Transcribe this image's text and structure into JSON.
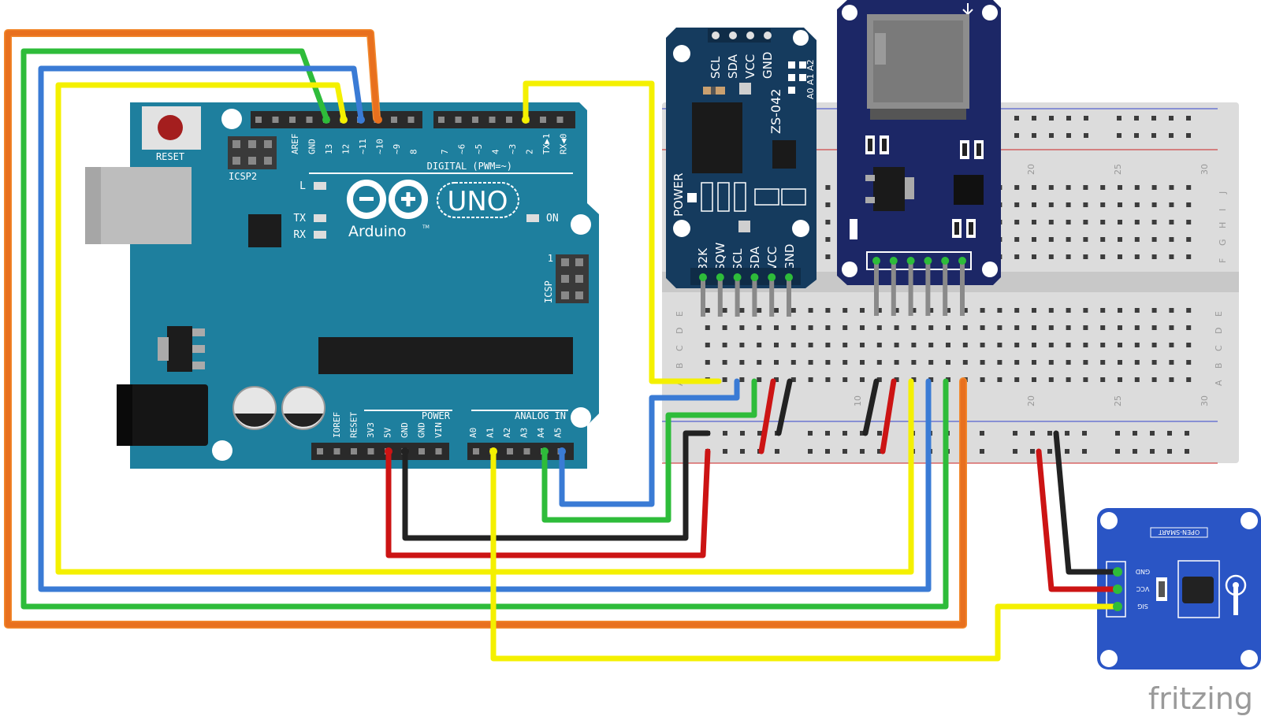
{
  "arduino": {
    "reset_label": "RESET",
    "icsp2_label": "ICSP2",
    "icsp_label": "ICSP",
    "icsp_pin1": "1",
    "digital_label": "DIGITAL (PWM=~)",
    "power_header_label": "POWER",
    "analog_header_label": "ANALOG IN",
    "l_label": "L",
    "tx_label": "TX",
    "rx_label": "RX",
    "on_label": "ON",
    "uno_label": "UNO",
    "brand_label": "Arduino",
    "tm_label": "TM",
    "digital_pins_left": [
      "AREF",
      "GND",
      "13",
      "12",
      "~11",
      "~10",
      "~9",
      "8"
    ],
    "digital_pins_right": [
      "7",
      "~6",
      "~5",
      "4",
      "~3",
      "2",
      "TX▶1",
      "RX◀0"
    ],
    "power_pins": [
      "IOREF",
      "RESET",
      "3V3",
      "5V",
      "GND",
      "GND",
      "VIN"
    ],
    "analog_pins": [
      "A0",
      "A1",
      "A2",
      "A3",
      "A4",
      "A5"
    ]
  },
  "rtc_module": {
    "top_pins": [
      "SCL",
      "SDA",
      "VCC",
      "GND"
    ],
    "addr_label": "A0 A1 A2",
    "model_label": "ZS-042",
    "power_label": "POWER",
    "bottom_pins": [
      "32K",
      "SQW",
      "SCL",
      "SDA",
      "VCC",
      "GND"
    ]
  },
  "breadboard": {
    "row_letters_top": [
      "J",
      "I",
      "H",
      "G",
      "F"
    ],
    "row_letters_bottom": [
      "E",
      "D",
      "C",
      "B",
      "A"
    ],
    "col_numbers_top": [
      "20",
      "25",
      "30"
    ],
    "col_numbers_bottom": [
      "10",
      "20",
      "25",
      "30"
    ]
  },
  "sensor_module": {
    "brand_label": "OPEN-SMART",
    "pins": [
      "GND",
      "VCC",
      "SIG"
    ]
  },
  "wire_colors": {
    "orange": "#e8701e",
    "green": "#2ebc3a",
    "blue": "#3a7bd5",
    "yellow": "#f4f000",
    "red": "#cc1414",
    "black": "#222222",
    "arduino_teal": "#1e7f9e",
    "rtc_navy": "#153b5e",
    "sd_navy": "#1c2766",
    "sensor_blue": "#2a55c5"
  },
  "watermark": "fritzing"
}
